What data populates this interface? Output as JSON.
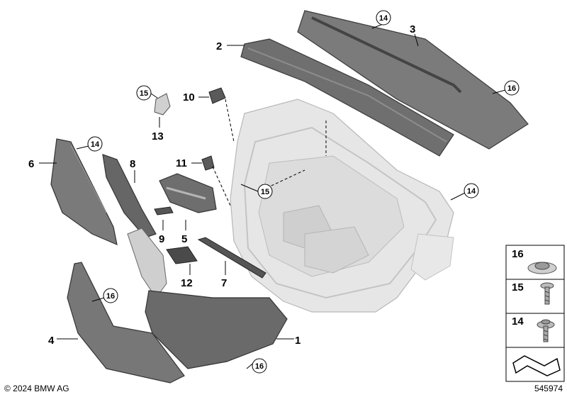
{
  "parts": {
    "p1": "1",
    "p2": "2",
    "p3": "3",
    "p4": "4",
    "p5": "5",
    "p6": "6",
    "p7": "7",
    "p8": "8",
    "p9": "9",
    "p10": "10",
    "p11": "11",
    "p12": "12",
    "p13": "13"
  },
  "callouts": {
    "c14": "14",
    "c15": "15",
    "c16": "16"
  },
  "legend": {
    "item16": "16",
    "item15": "15",
    "item14": "14"
  },
  "footer": {
    "copyright": "© 2024 BMW AG",
    "diagram_number": "545974"
  },
  "colors": {
    "trim_dark": "#6b6b6b",
    "trim_mid": "#8c8c8c",
    "frame_light": "#d9d9d9",
    "outline": "#3a3a3a"
  }
}
